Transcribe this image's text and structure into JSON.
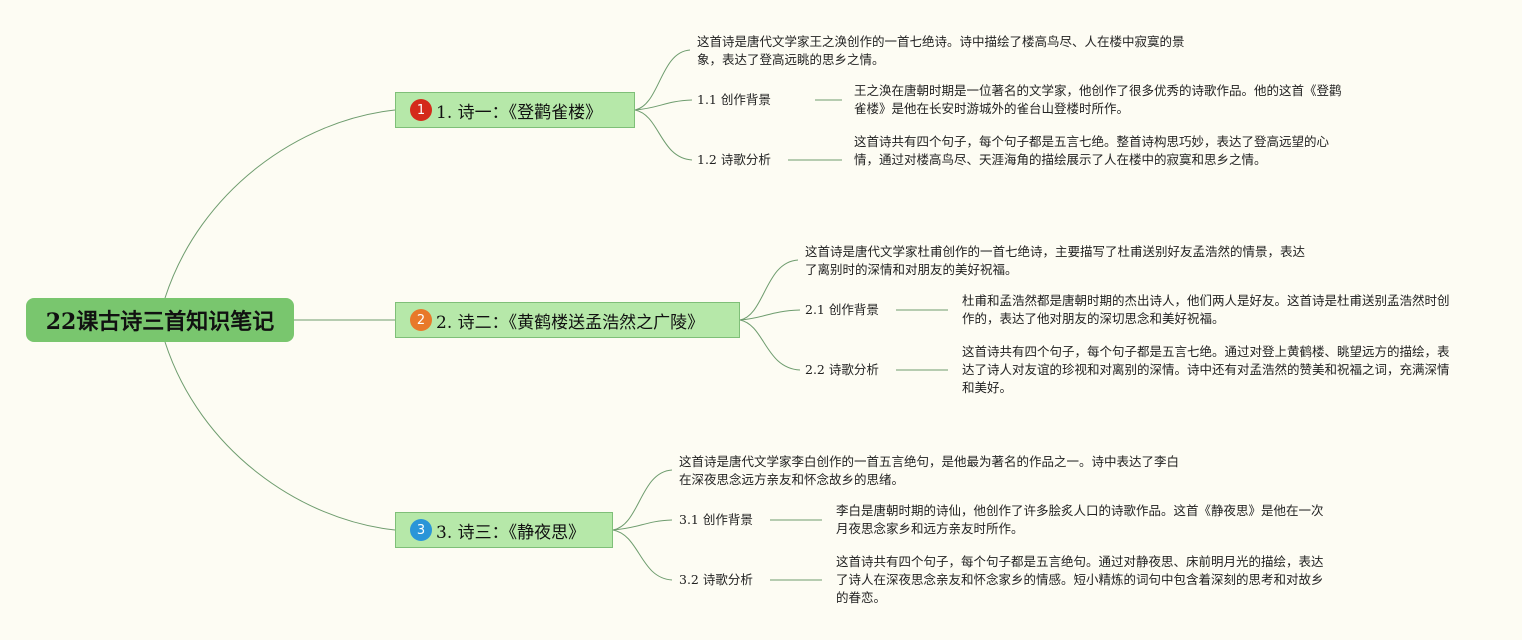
{
  "root": {
    "title": "22课古诗三首知识笔记"
  },
  "colors": {
    "root_bg": "#79c66e",
    "branch_bg": "#b6e8a9",
    "link": "#6e9c6e",
    "badge_1": "#d42a1a",
    "badge_2": "#e8792a",
    "badge_3": "#2a95d8"
  },
  "branches": [
    {
      "badge": "1",
      "title": "1. 诗一：《登鹳雀楼》",
      "intro": "这首诗是唐代文学家王之涣创作的一首七绝诗。诗中描绘了楼高鸟尽、人在楼中寂寞的景象，表达了登高远眺的思乡之情。",
      "subs": [
        {
          "label": "1.1 创作背景",
          "text": "王之涣在唐朝时期是一位著名的文学家，他创作了很多优秀的诗歌作品。他的这首《登鹳雀楼》是他在长安时游城外的雀台山登楼时所作。"
        },
        {
          "label": "1.2 诗歌分析",
          "text": "这首诗共有四个句子，每个句子都是五言七绝。整首诗构思巧妙，表达了登高远望的心情，通过对楼高鸟尽、天涯海角的描绘展示了人在楼中的寂寞和思乡之情。"
        }
      ]
    },
    {
      "badge": "2",
      "title": "2. 诗二：《黄鹤楼送孟浩然之广陵》",
      "intro": "这首诗是唐代文学家杜甫创作的一首七绝诗，主要描写了杜甫送别好友孟浩然的情景，表达了离别时的深情和对朋友的美好祝福。",
      "subs": [
        {
          "label": "2.1 创作背景",
          "text": "杜甫和孟浩然都是唐朝时期的杰出诗人，他们两人是好友。这首诗是杜甫送别孟浩然时创作的，表达了他对朋友的深切思念和美好祝福。"
        },
        {
          "label": "2.2 诗歌分析",
          "text": "这首诗共有四个句子，每个句子都是五言七绝。通过对登上黄鹤楼、眺望远方的描绘，表达了诗人对友谊的珍视和对离别的深情。诗中还有对孟浩然的赞美和祝福之词，充满深情和美好。"
        }
      ]
    },
    {
      "badge": "3",
      "title": "3. 诗三：《静夜思》",
      "intro": "这首诗是唐代文学家李白创作的一首五言绝句，是他最为著名的作品之一。诗中表达了李白在深夜思念远方亲友和怀念故乡的思绪。",
      "subs": [
        {
          "label": "3.1 创作背景",
          "text": "李白是唐朝时期的诗仙，他创作了许多脍炙人口的诗歌作品。这首《静夜思》是他在一次月夜思念家乡和远方亲友时所作。"
        },
        {
          "label": "3.2 诗歌分析",
          "text": "这首诗共有四个句子，每个句子都是五言绝句。通过对静夜思、床前明月光的描绘，表达了诗人在深夜思念亲友和怀念家乡的情感。短小精炼的词句中包含着深刻的思考和对故乡的眷恋。"
        }
      ]
    }
  ]
}
